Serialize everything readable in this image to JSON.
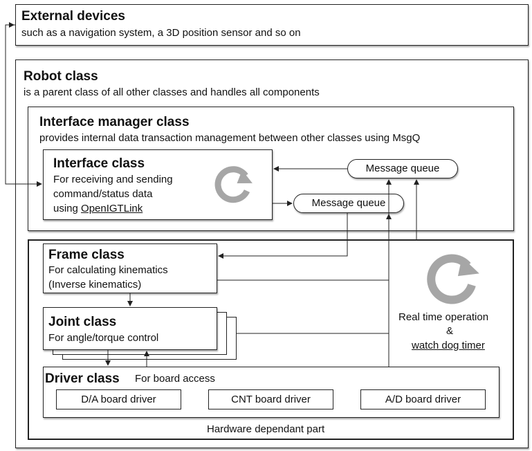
{
  "external": {
    "title": "External devices",
    "desc": "such as a navigation system, a 3D position sensor and so on"
  },
  "robot": {
    "title": "Robot class",
    "desc": "is a parent class of all other classes and handles all components"
  },
  "interface_manager": {
    "title": "Interface manager class",
    "desc": "provides internal data transaction management between other classes using MsgQ"
  },
  "interface": {
    "title": "Interface class",
    "line1": "For receiving and sending",
    "line2": "command/status data",
    "line3_prefix": "using ",
    "line3_link": "OpenIGTLink"
  },
  "queues": {
    "top": "Message queue",
    "bottom": "Message queue"
  },
  "frame": {
    "title": "Frame class",
    "line1": "For calculating kinematics",
    "line2": "(Inverse kinematics)"
  },
  "joint": {
    "title": "Joint class",
    "line1": "For angle/torque control"
  },
  "realtime": {
    "line1": "Real time operation",
    "line2": "&",
    "line3": "watch dog timer"
  },
  "driver": {
    "title": "Driver class",
    "desc": "For board access",
    "boards": [
      "D/A board driver",
      "CNT board driver",
      "A/D board driver"
    ]
  },
  "hardware_label": "Hardware dependant part",
  "colors": {
    "loop_arrow": "#a6a6a6",
    "stroke": "#222222"
  }
}
